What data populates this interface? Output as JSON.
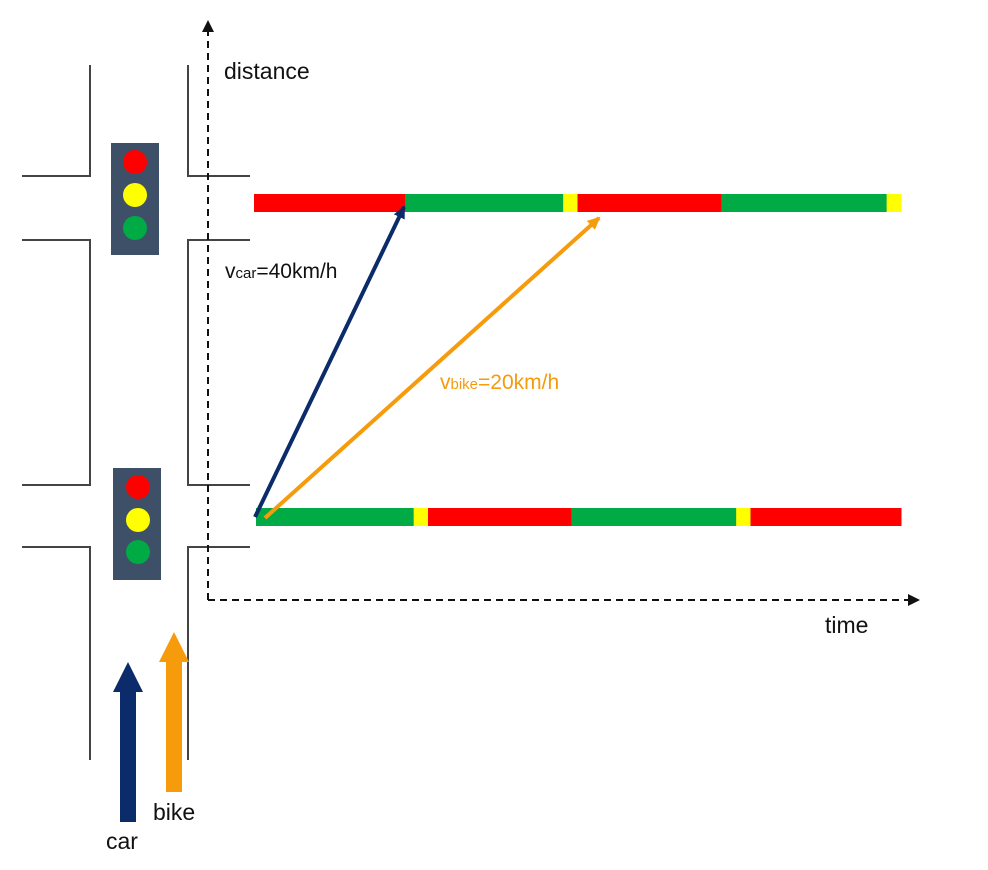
{
  "labels": {
    "y_axis": "distance",
    "x_axis": "time",
    "car_speed_prefix": "v",
    "car_speed_sub": "car",
    "car_speed_value": "=40km/h",
    "bike_speed_prefix": "v",
    "bike_speed_sub": "bike",
    "bike_speed_value": "=20km/h",
    "car": "car",
    "bike": "bike"
  },
  "colors": {
    "red": "#ff0000",
    "yellow": "#ffff00",
    "green": "#00aa44",
    "car": "#0c2b6b",
    "bike": "#f59b0c",
    "road_line": "#444444",
    "axis": "#111111",
    "light_housing": "#3d5068"
  },
  "signal_timelines": [
    {
      "name": "upper-signal",
      "segments": [
        {
          "color": "red",
          "duration": 21
        },
        {
          "color": "green",
          "duration": 22
        },
        {
          "color": "yellow",
          "duration": 2
        },
        {
          "color": "red",
          "duration": 20
        },
        {
          "color": "green",
          "duration": 23
        },
        {
          "color": "yellow",
          "duration": 2
        }
      ]
    },
    {
      "name": "lower-signal",
      "segments": [
        {
          "color": "green",
          "duration": 22
        },
        {
          "color": "yellow",
          "duration": 2
        },
        {
          "color": "red",
          "duration": 20
        },
        {
          "color": "green",
          "duration": 23
        },
        {
          "color": "yellow",
          "duration": 2
        },
        {
          "color": "red",
          "duration": 21
        }
      ]
    }
  ],
  "traffic_lights": [
    {
      "name": "upper",
      "lamps": [
        "red",
        "yellow",
        "green"
      ]
    },
    {
      "name": "lower",
      "lamps": [
        "red",
        "yellow",
        "green"
      ]
    }
  ],
  "trajectories": [
    {
      "name": "car",
      "speed_kmh": 40
    },
    {
      "name": "bike",
      "speed_kmh": 20
    }
  ]
}
